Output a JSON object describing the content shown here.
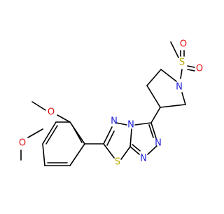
{
  "molecule": {
    "atoms": {
      "o_methoxy_top": "O",
      "o_methoxy_bottom": "O",
      "n_thiadiazole": "N",
      "n_bridge": "N",
      "n_triazole_right": "N",
      "n_triazole_bottom": "N",
      "s_thiadiazole": "S",
      "n_piperidine": "N",
      "s_sulfonyl": "S",
      "o_sulfonyl_top": "O",
      "o_sulfonyl_right": "O"
    },
    "colors": {
      "carbon_bond": "#000000",
      "nitrogen": "#1f1fd6",
      "oxygen": "#e01010",
      "sulfur": "#b7a800"
    }
  }
}
